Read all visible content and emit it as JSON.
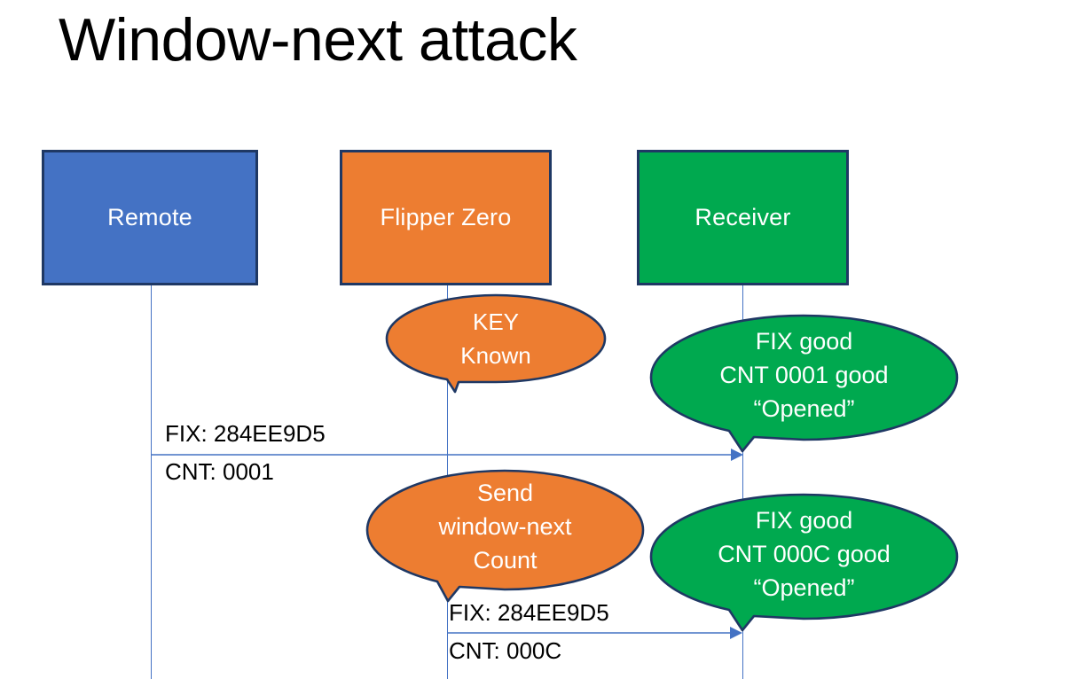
{
  "slide": {
    "title": "Window-next attack",
    "background": "#ffffff"
  },
  "colors": {
    "remote": "#4472c4",
    "flipper": "#ed7d31",
    "receiver": "#00a94f",
    "outline": "#1f3864",
    "lifeline": "#4472c4",
    "arrow": "#4472c4",
    "text_on_fill": "#ffffff",
    "label_text": "#000000"
  },
  "actors": [
    {
      "id": "remote",
      "label": "Remote",
      "fill": "#4472c4"
    },
    {
      "id": "flipper",
      "label": "Flipper Zero",
      "fill": "#ed7d31"
    },
    {
      "id": "receiver",
      "label": "Receiver",
      "fill": "#00a94f"
    }
  ],
  "bubbles": [
    {
      "id": "key-known",
      "owner": "flipper",
      "fill": "#ed7d31",
      "lines": [
        "KEY",
        "Known"
      ]
    },
    {
      "id": "receiver-verdict-1",
      "owner": "receiver",
      "fill": "#00a94f",
      "lines": [
        "FIX good",
        "CNT 0001 good",
        "“Opened”"
      ]
    },
    {
      "id": "send-window-next",
      "owner": "flipper",
      "fill": "#ed7d31",
      "lines": [
        "Send",
        "window-next",
        "Count"
      ]
    },
    {
      "id": "receiver-verdict-2",
      "owner": "receiver",
      "fill": "#00a94f",
      "lines": [
        "FIX good",
        "CNT 000C good",
        "“Opened”"
      ]
    }
  ],
  "messages": [
    {
      "id": "message-1",
      "from": "remote",
      "to": "receiver",
      "fix_label": "FIX: 284EE9D5",
      "cnt_label": "CNT: 0001"
    },
    {
      "id": "message-2",
      "from": "flipper",
      "to": "receiver",
      "fix_label": "FIX: 284EE9D5",
      "cnt_label": "CNT: 000C"
    }
  ]
}
